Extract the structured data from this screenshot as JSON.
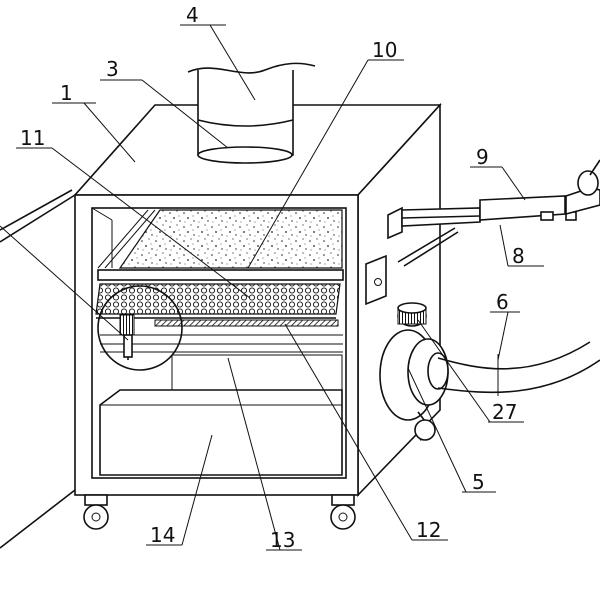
{
  "diagram": {
    "labels": [
      {
        "id": "1",
        "text": "1"
      },
      {
        "id": "3",
        "text": "3"
      },
      {
        "id": "4",
        "text": "4"
      },
      {
        "id": "5",
        "text": "5"
      },
      {
        "id": "6",
        "text": "6"
      },
      {
        "id": "8",
        "text": "8"
      },
      {
        "id": "9",
        "text": "9"
      },
      {
        "id": "10",
        "text": "10"
      },
      {
        "id": "11",
        "text": "11"
      },
      {
        "id": "12",
        "text": "12"
      },
      {
        "id": "13",
        "text": "13"
      },
      {
        "id": "14",
        "text": "14"
      },
      {
        "id": "27",
        "text": "27"
      }
    ]
  }
}
